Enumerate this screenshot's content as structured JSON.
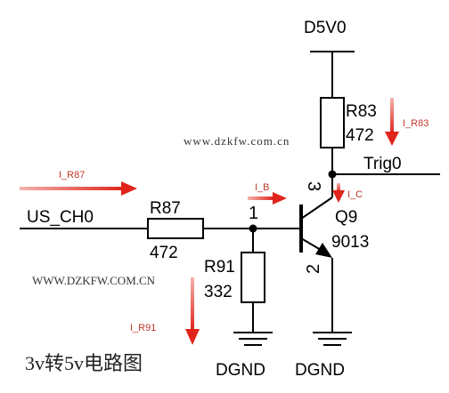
{
  "supply": "D5V0",
  "input_net": "US_CH0",
  "output_net": "Trig0",
  "resistors": {
    "r87": {
      "ref": "R87",
      "value": "472"
    },
    "r83": {
      "ref": "R83",
      "value": "472"
    },
    "r91": {
      "ref": "R91",
      "value": "332"
    }
  },
  "transistor": {
    "ref": "Q9",
    "part": "9013",
    "pin_collector": "3",
    "pin_base": "1",
    "pin_emitter": "2"
  },
  "grounds": [
    "DGND",
    "DGND"
  ],
  "currents": {
    "i_r87": "I_R87",
    "i_b": "I_B",
    "i_c": "I_C",
    "i_r83": "I_R83",
    "i_r91": "I_R91"
  },
  "watermarks": [
    "www.dzkfw.com.cn",
    "WWW.DZKFW.COM.CN"
  ],
  "caption": "3v转5v电路图",
  "colors": {
    "wire": "#000000",
    "current_arrow": "#e0241b",
    "current_label": "#c0392b"
  }
}
